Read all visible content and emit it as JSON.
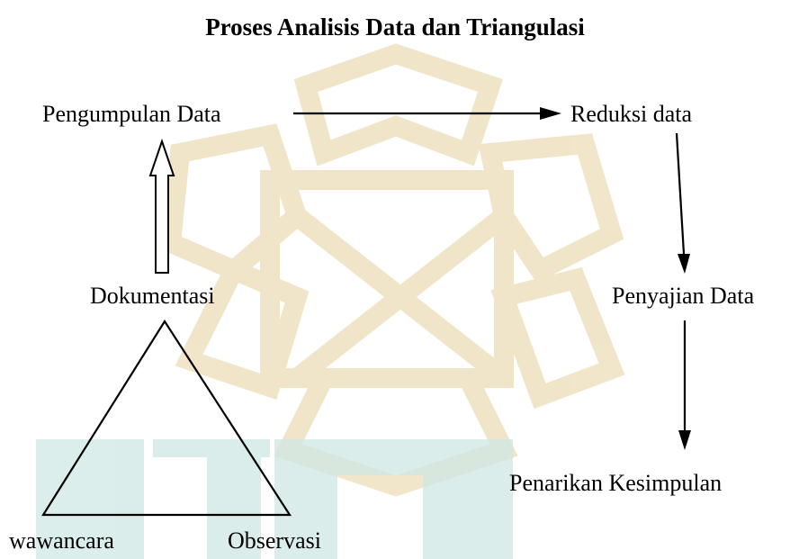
{
  "title": "Proses Analisis Data dan Triangulasi",
  "nodes": {
    "pengumpulan_data": "Pengumpulan Data",
    "reduksi_data": "Reduksi data",
    "penyajian_data": "Penyajian Data",
    "penarikan_kesimpulan": "Penarikan Kesimpulan",
    "dokumentasi": "Dokumentasi",
    "wawancara": "wawancara",
    "observasi": "Observasi"
  },
  "edges": [
    {
      "from": "pengumpulan_data",
      "to": "reduksi_data"
    },
    {
      "from": "reduksi_data",
      "to": "penyajian_data"
    },
    {
      "from": "penyajian_data",
      "to": "penarikan_kesimpulan"
    },
    {
      "from": "dokumentasi",
      "to": "pengumpulan_data"
    }
  ],
  "triangle": [
    "dokumentasi",
    "wawancara",
    "observasi"
  ],
  "colors": {
    "text": "#000000",
    "watermark_gold": "#efe2c4",
    "watermark_teal": "#cfe8e4"
  }
}
